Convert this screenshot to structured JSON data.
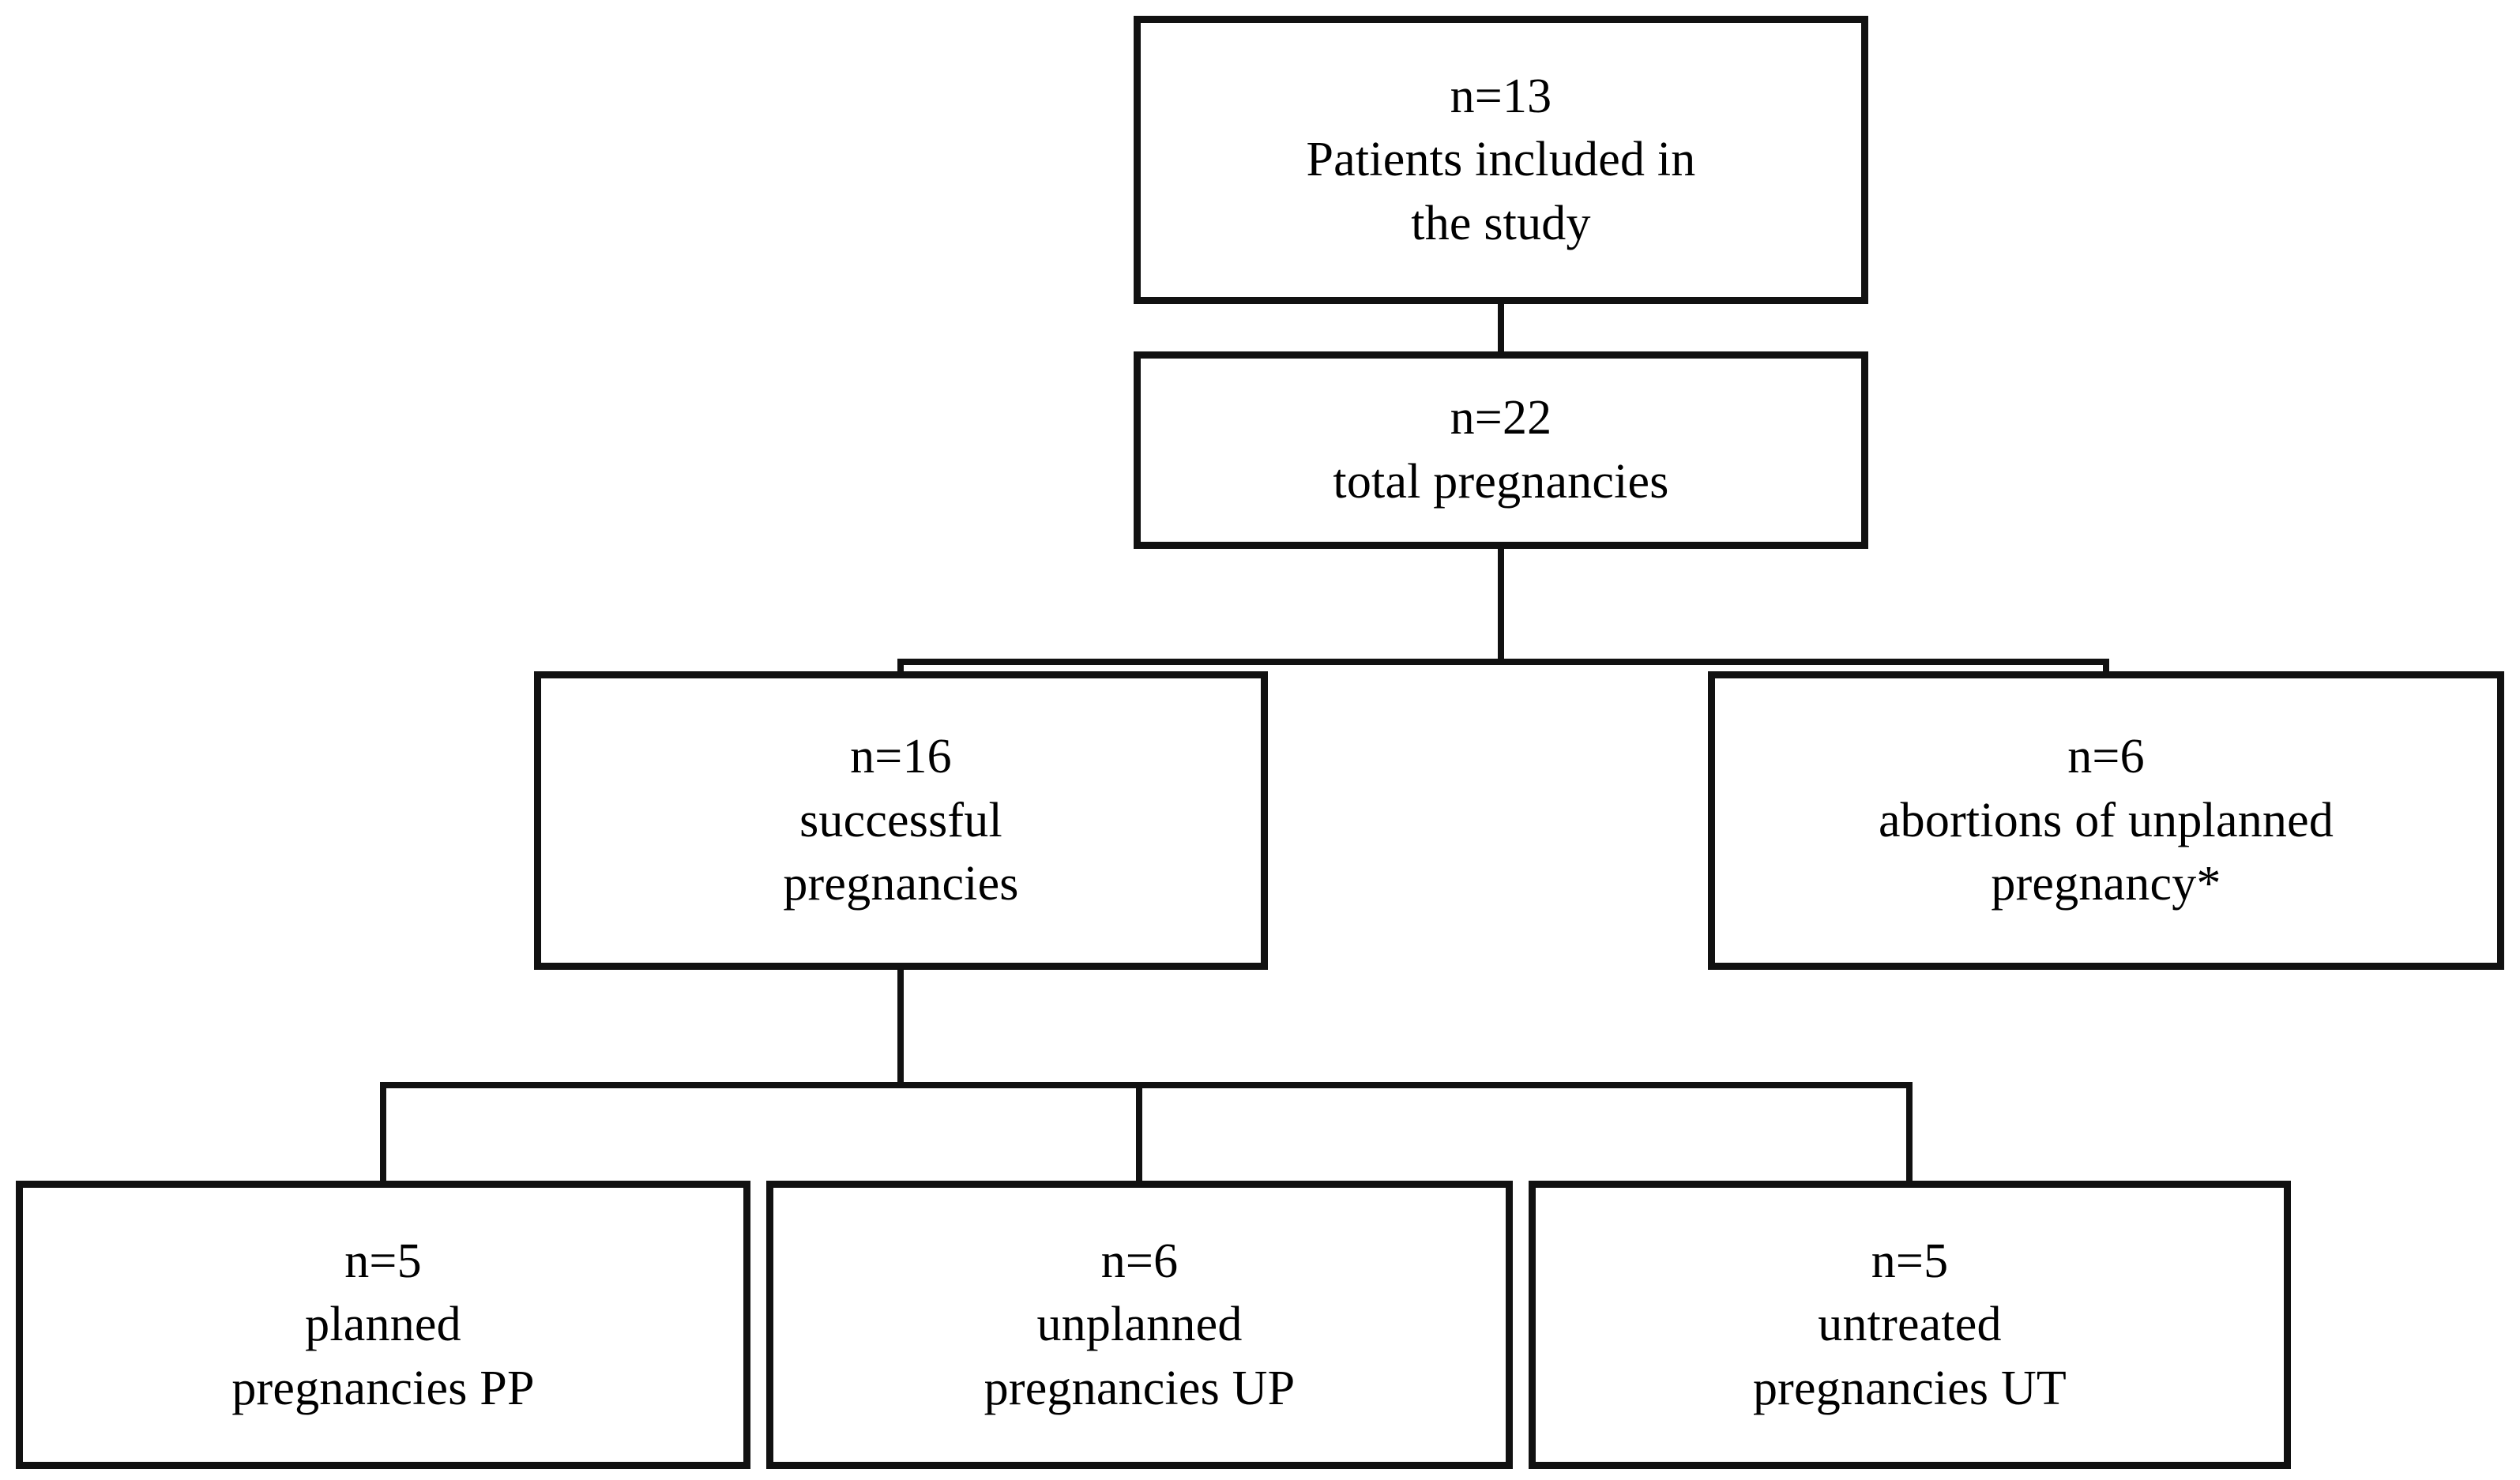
{
  "diagram": {
    "title": "Patient and pregnancy study flow diagram",
    "colors": {
      "box_border": "#111111",
      "connector": "#111111",
      "background": "#ffffff",
      "text": "#000000"
    },
    "nodes": [
      {
        "id": "included",
        "lines": [
          "n=13",
          "Patients included in",
          "the study"
        ]
      },
      {
        "id": "total",
        "lines": [
          "n=22",
          "total pregnancies"
        ]
      },
      {
        "id": "successful",
        "lines": [
          "n=16",
          "successful",
          "pregnancies"
        ]
      },
      {
        "id": "abortions",
        "lines": [
          "n=6",
          "abortions of unplanned",
          "pregnancy*"
        ]
      },
      {
        "id": "planned",
        "lines": [
          "n=5",
          "planned",
          "pregnancies PP"
        ]
      },
      {
        "id": "unplanned",
        "lines": [
          "n=6",
          "unplanned",
          "pregnancies UP"
        ]
      },
      {
        "id": "untreated",
        "lines": [
          "n=5",
          "untreated",
          "pregnancies UT"
        ]
      }
    ]
  }
}
